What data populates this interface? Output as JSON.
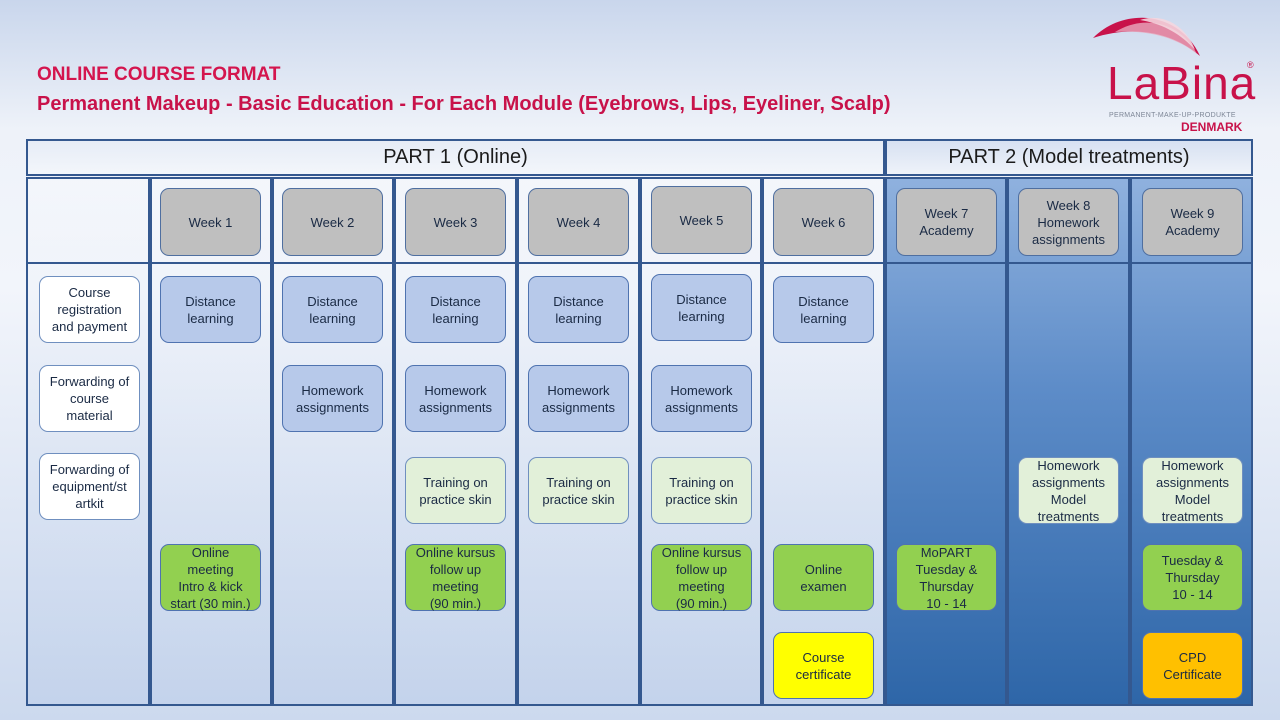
{
  "header": {
    "title": "ONLINE COURSE FORMAT",
    "subtitle": "Permanent Makeup - Basic Education - For Each Module (Eyebrows, Lips, Eyeliner, Scalp)"
  },
  "logo": {
    "brand": "LaBina",
    "registered": "®",
    "tagline": "PERMANENT-MAKE-UP-PRODUKTE",
    "country": "DENMARK",
    "colors": {
      "brand": "#c8124a"
    }
  },
  "parts": {
    "part1": "PART 1 (Online)",
    "part2": "PART 2 (Model treatments)"
  },
  "weeks": {
    "w1": "Week 1",
    "w2": "Week 2",
    "w3": "Week 3",
    "w4": "Week 4",
    "w5": "Week 5",
    "w6": "Week 6",
    "w7": "Week 7\nAcademy",
    "w8": "Week 8\nHomework\nassignments",
    "w9": "Week 9\nAcademy"
  },
  "prep": {
    "registration": "Course\nregistration\nand payment",
    "material": "Forwarding of\ncourse\nmaterial",
    "equipment": "Forwarding of\nequipment/st\nartkit"
  },
  "activities": {
    "distance": "Distance\nlearning",
    "homework": "Homework\nassignments",
    "training": "Training on\npractice skin",
    "meeting_intro": "Online\nmeeting\nIntro & kick\nstart (30 min.)",
    "meeting_followup": "Online kursus\nfollow up\nmeeting\n(90 min.)",
    "exam": "Online\nexamen",
    "course_certificate": "Course\ncertificate",
    "mopart": "MoPART\nTuesday &\nThursday\n10 - 14",
    "homework_model": "Homework\nassignments\nModel\ntreatments",
    "tue_thu": "Tuesday &\nThursday\n10 - 14",
    "cpd": "CPD\nCertificate"
  },
  "colors": {
    "week_box": "#bfbfbf",
    "distance_box": "#b7c9ea",
    "training_box": "#e2f0d9",
    "meeting_box": "#92d050",
    "course_certificate_box": "#ffff00",
    "cpd_box": "#ffc000",
    "border": "#34588f",
    "part2_background": "#2e66a8"
  }
}
